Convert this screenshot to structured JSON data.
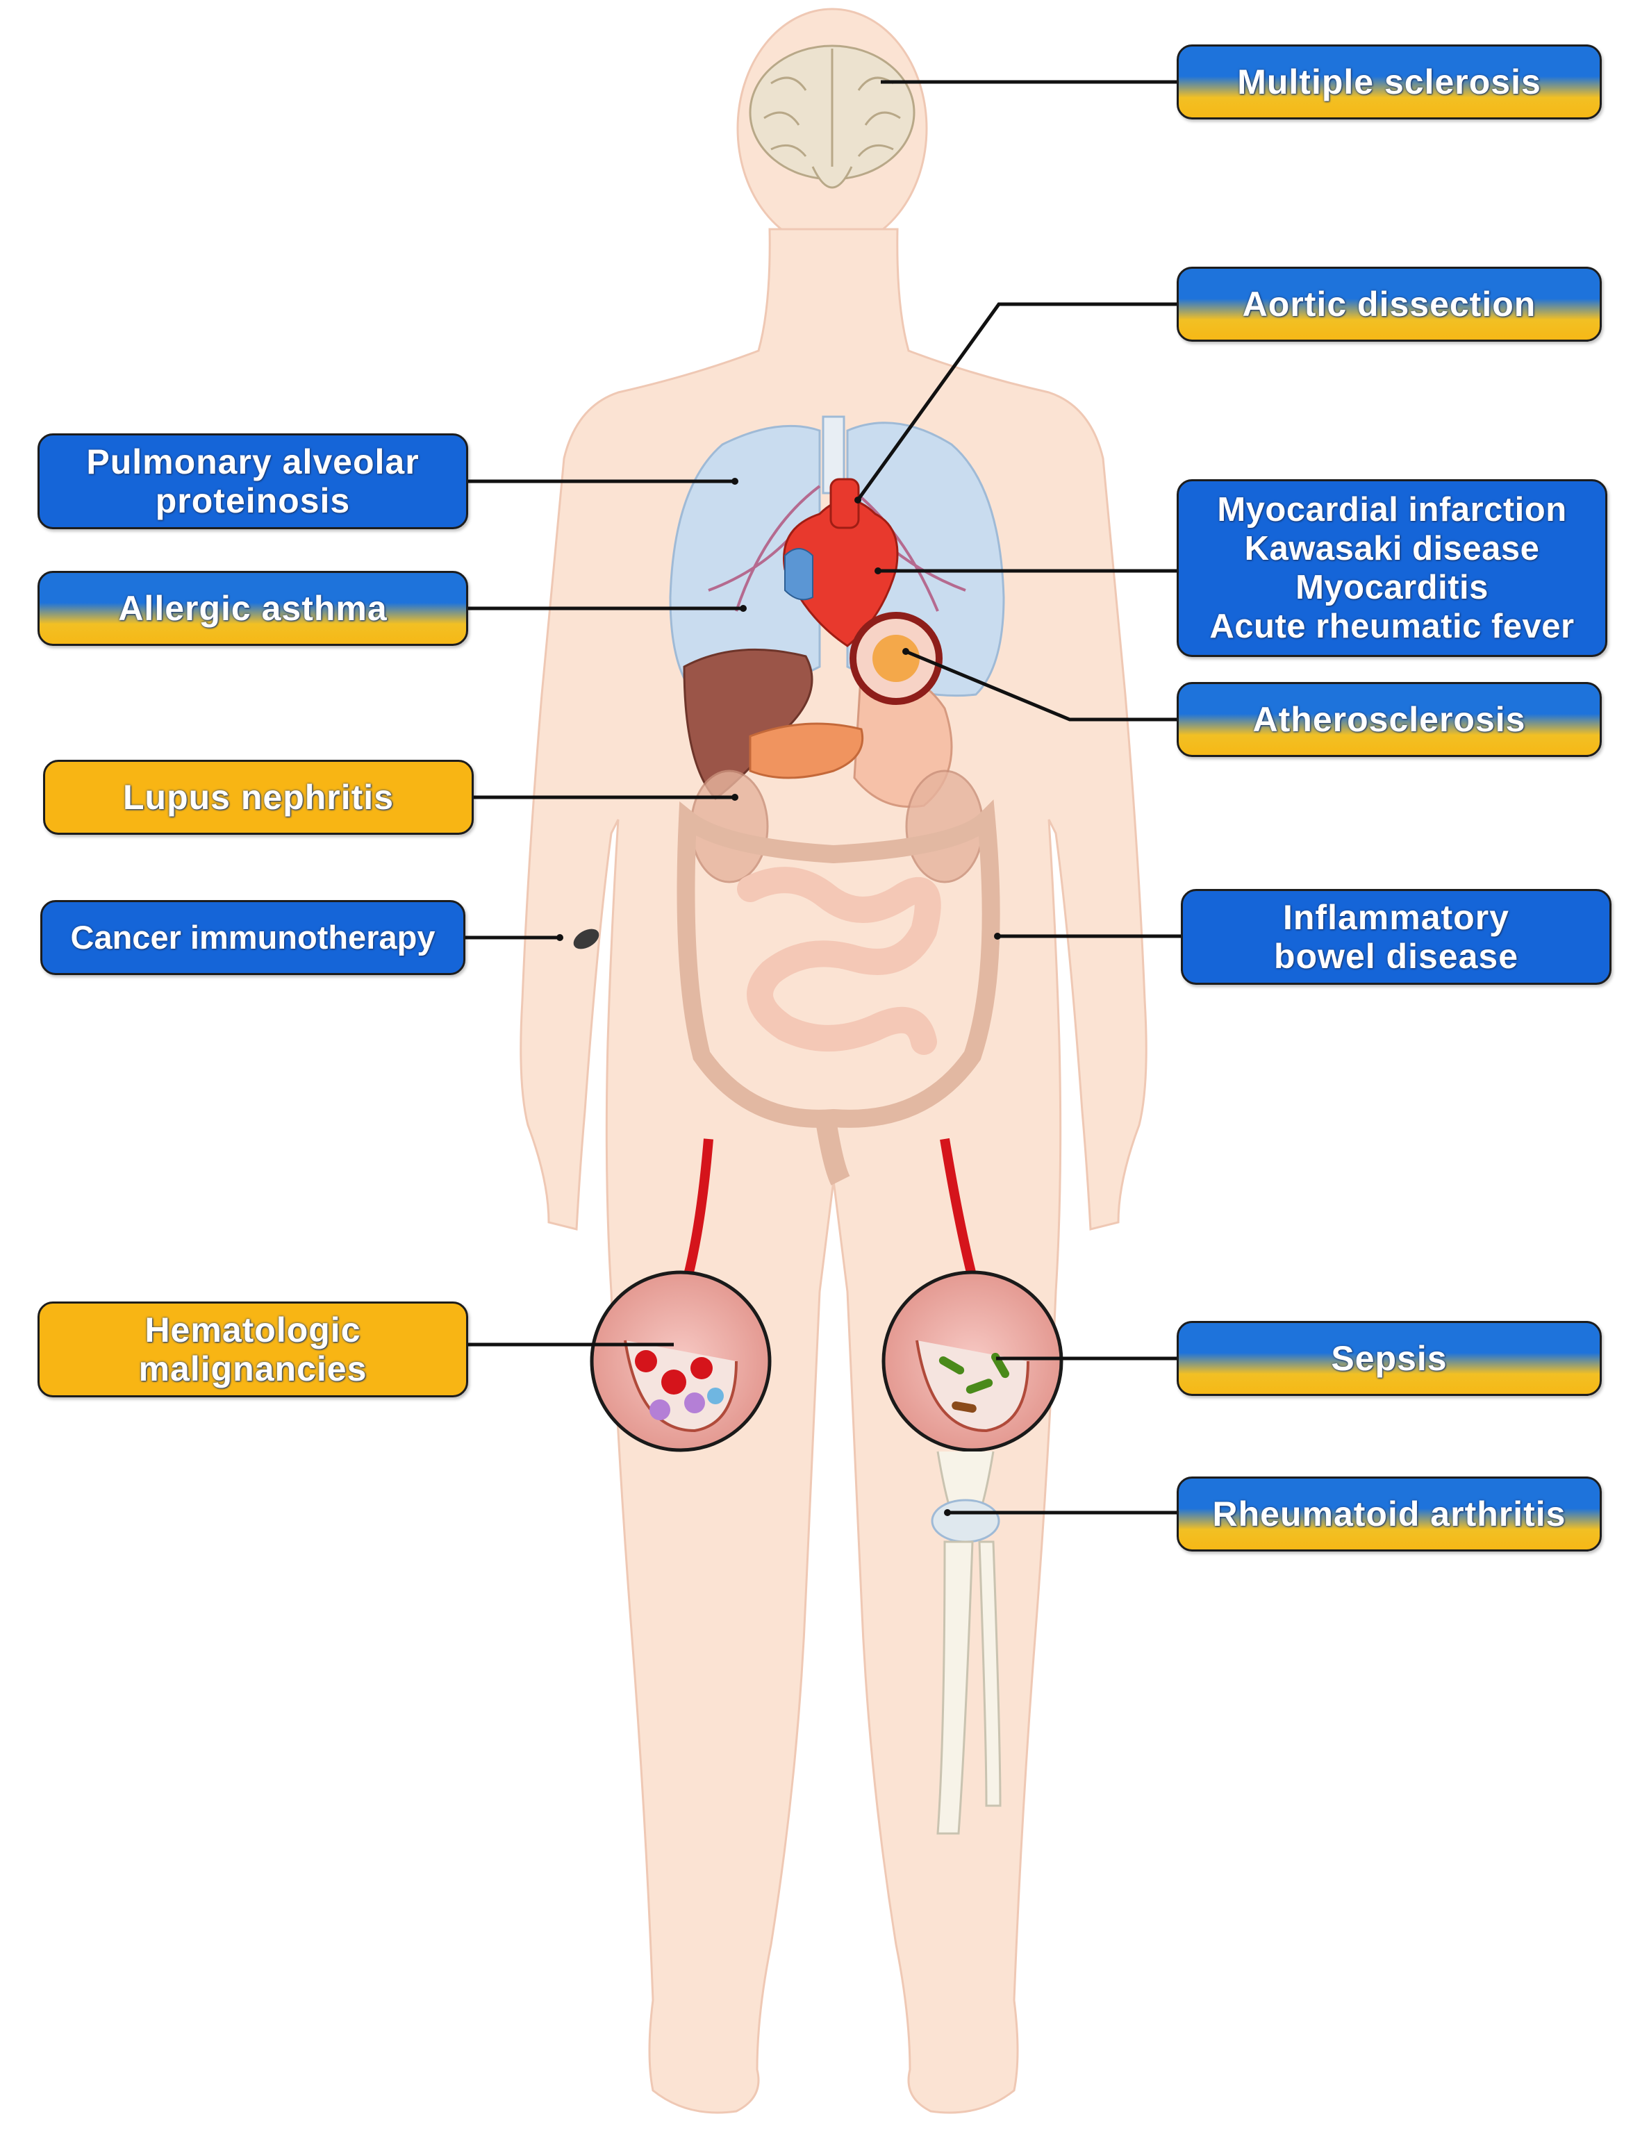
{
  "labels": {
    "multiple_sclerosis": "Multiple sclerosis",
    "aortic_dissection": "Aortic dissection",
    "cardiac": [
      "Myocardial infarction",
      "Kawasaki disease",
      "Myocarditis",
      "Acute rheumatic fever"
    ],
    "atherosclerosis": "Atherosclerosis",
    "ibd": [
      "Inflammatory",
      "bowel disease"
    ],
    "sepsis": "Sepsis",
    "rheumatoid_arthritis": "Rheumatoid arthritis",
    "pulmonary_alveolar_proteinosis": [
      "Pulmonary alveolar",
      "proteinosis"
    ],
    "allergic_asthma": "Allergic asthma",
    "lupus_nephritis": "Lupus nephritis",
    "cancer_immunotherapy": "Cancer immunotherapy",
    "hematologic_malignancies": [
      "Hematologic",
      "malignancies"
    ]
  },
  "colors": {
    "blue": "#1565d8",
    "orange": "#f8b514",
    "skin": "#fbe3d3",
    "lung": "#c9dcef",
    "liver": "#9b5548",
    "intestine": "#f4c8b6",
    "heart": "#e8392d",
    "connector": "#111111"
  }
}
